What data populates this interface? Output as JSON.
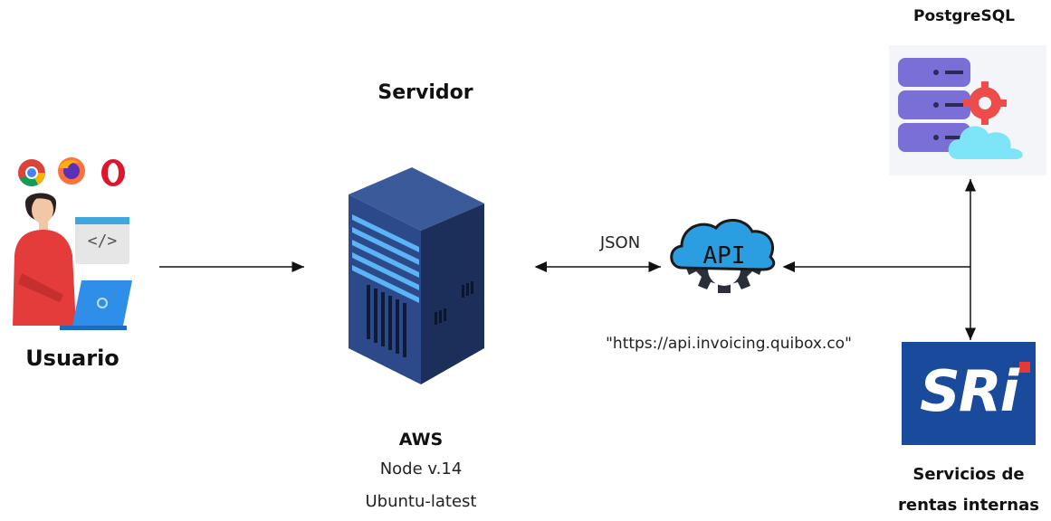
{
  "user": {
    "label": "Usuario",
    "browsers": [
      "chrome-icon",
      "firefox-icon",
      "opera-icon"
    ],
    "code_glyph": "</>"
  },
  "server": {
    "title": "Servidor",
    "host": "AWS",
    "runtime": "Node v.14",
    "os": "Ubuntu-latest"
  },
  "api": {
    "badge": "API",
    "format": "JSON",
    "url": "\"https://api.invoicing.quibox.co\""
  },
  "database": {
    "label": "PostgreSQL"
  },
  "sri": {
    "logo_text": "SRi",
    "label_line1": "Servicios de",
    "label_line2": "rentas internas"
  },
  "colors": {
    "server_dark": "#1f2f5c",
    "server_light": "#4fa8f0",
    "sri_blue": "#1a4a9c",
    "api_blue": "#2aa8e8",
    "db_purple": "#7a6fd6",
    "gear_red": "#ee4b4b"
  }
}
